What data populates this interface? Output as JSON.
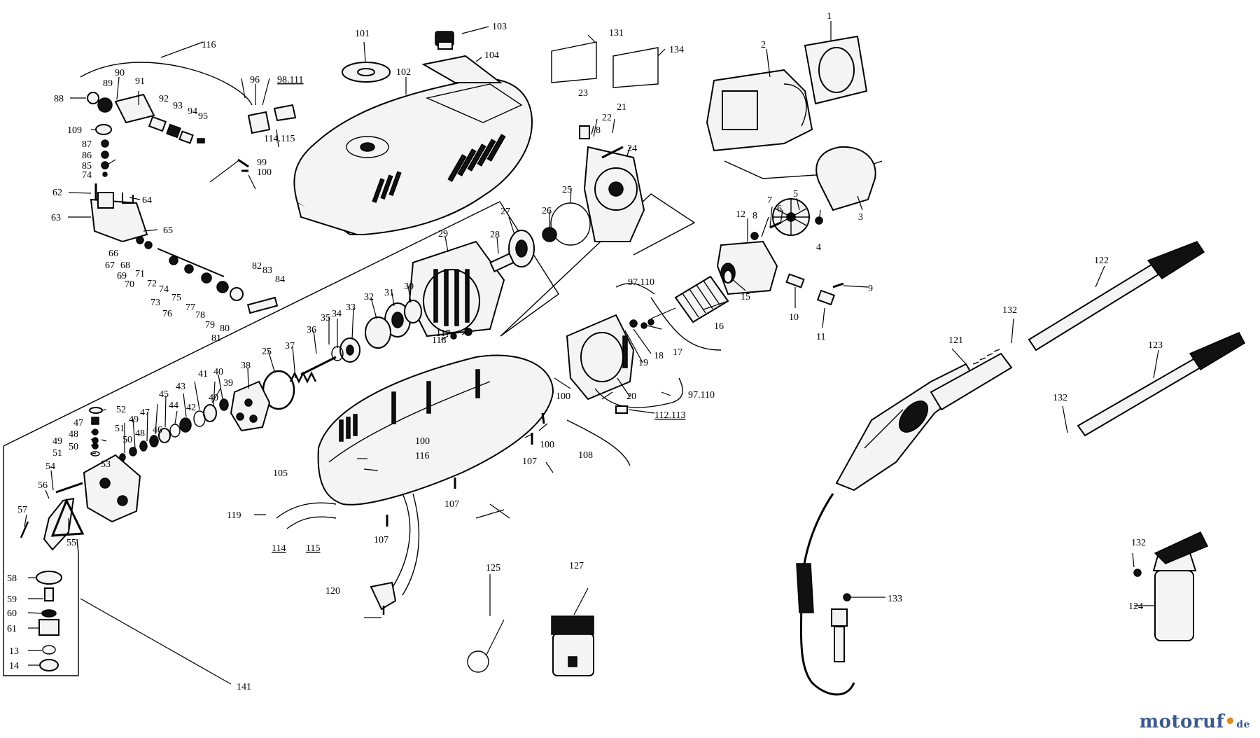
{
  "watermark": {
    "name": "motoruf",
    "dot": "•",
    "tld": "de"
  },
  "labels": [
    {
      "id": "l1",
      "text": "1"
    },
    {
      "id": "l2",
      "text": "2"
    },
    {
      "id": "l3",
      "text": "3"
    },
    {
      "id": "l4",
      "text": "4"
    },
    {
      "id": "l5",
      "text": "5"
    },
    {
      "id": "l6",
      "text": "6"
    },
    {
      "id": "l7",
      "text": "7"
    },
    {
      "id": "l8a",
      "text": "8"
    },
    {
      "id": "l8b",
      "text": "8"
    },
    {
      "id": "l9",
      "text": "9"
    },
    {
      "id": "l10",
      "text": "10"
    },
    {
      "id": "l11",
      "text": "11"
    },
    {
      "id": "l12",
      "text": "12"
    },
    {
      "id": "l13",
      "text": "13"
    },
    {
      "id": "l14",
      "text": "14"
    },
    {
      "id": "l15",
      "text": "15"
    },
    {
      "id": "l16",
      "text": "16"
    },
    {
      "id": "l17",
      "text": "17"
    },
    {
      "id": "l18",
      "text": "18"
    },
    {
      "id": "l19",
      "text": "19"
    },
    {
      "id": "l20",
      "text": "20"
    },
    {
      "id": "l21",
      "text": "21"
    },
    {
      "id": "l22",
      "text": "22"
    },
    {
      "id": "l23",
      "text": "23"
    },
    {
      "id": "l24",
      "text": "24"
    },
    {
      "id": "l25a",
      "text": "25"
    },
    {
      "id": "l25b",
      "text": "25"
    },
    {
      "id": "l26",
      "text": "26"
    },
    {
      "id": "l27",
      "text": "27"
    },
    {
      "id": "l28",
      "text": "28"
    },
    {
      "id": "l29",
      "text": "29"
    },
    {
      "id": "l30",
      "text": "30"
    },
    {
      "id": "l31",
      "text": "31"
    },
    {
      "id": "l32",
      "text": "32"
    },
    {
      "id": "l33",
      "text": "33"
    },
    {
      "id": "l34",
      "text": "34"
    },
    {
      "id": "l35",
      "text": "35"
    },
    {
      "id": "l36",
      "text": "36"
    },
    {
      "id": "l37",
      "text": "37"
    },
    {
      "id": "l38",
      "text": "38"
    },
    {
      "id": "l39",
      "text": "39"
    },
    {
      "id": "l40a",
      "text": "40"
    },
    {
      "id": "l40b",
      "text": "40"
    },
    {
      "id": "l41",
      "text": "41"
    },
    {
      "id": "l42",
      "text": "42"
    },
    {
      "id": "l43",
      "text": "43"
    },
    {
      "id": "l44",
      "text": "44"
    },
    {
      "id": "l45",
      "text": "45"
    },
    {
      "id": "l46",
      "text": "46"
    },
    {
      "id": "l47a",
      "text": "47"
    },
    {
      "id": "l47b",
      "text": "47"
    },
    {
      "id": "l48a",
      "text": "48"
    },
    {
      "id": "l48b",
      "text": "48"
    },
    {
      "id": "l49a",
      "text": "49"
    },
    {
      "id": "l49b",
      "text": "49"
    },
    {
      "id": "l50a",
      "text": "50"
    },
    {
      "id": "l50b",
      "text": "50"
    },
    {
      "id": "l51a",
      "text": "51"
    },
    {
      "id": "l51b",
      "text": "51"
    },
    {
      "id": "l52",
      "text": "52"
    },
    {
      "id": "l53",
      "text": "53"
    },
    {
      "id": "l54",
      "text": "54"
    },
    {
      "id": "l55",
      "text": "55"
    },
    {
      "id": "l56",
      "text": "56"
    },
    {
      "id": "l57",
      "text": "57"
    },
    {
      "id": "l58",
      "text": "58"
    },
    {
      "id": "l59",
      "text": "59"
    },
    {
      "id": "l60",
      "text": "60"
    },
    {
      "id": "l61",
      "text": "61"
    },
    {
      "id": "l62",
      "text": "62"
    },
    {
      "id": "l63",
      "text": "63"
    },
    {
      "id": "l64",
      "text": "64"
    },
    {
      "id": "l65",
      "text": "65"
    },
    {
      "id": "l66",
      "text": "66"
    },
    {
      "id": "l67",
      "text": "67"
    },
    {
      "id": "l68",
      "text": "68"
    },
    {
      "id": "l69",
      "text": "69"
    },
    {
      "id": "l70",
      "text": "70"
    },
    {
      "id": "l71",
      "text": "71"
    },
    {
      "id": "l72",
      "text": "72"
    },
    {
      "id": "l73",
      "text": "73"
    },
    {
      "id": "l74a",
      "text": "74"
    },
    {
      "id": "l74b",
      "text": "74"
    },
    {
      "id": "l75",
      "text": "75"
    },
    {
      "id": "l76",
      "text": "76"
    },
    {
      "id": "l77",
      "text": "77"
    },
    {
      "id": "l78",
      "text": "78"
    },
    {
      "id": "l79",
      "text": "79"
    },
    {
      "id": "l80",
      "text": "80"
    },
    {
      "id": "l81",
      "text": "81"
    },
    {
      "id": "l82",
      "text": "82"
    },
    {
      "id": "l83",
      "text": "83"
    },
    {
      "id": "l84",
      "text": "84"
    },
    {
      "id": "l85",
      "text": "85"
    },
    {
      "id": "l86",
      "text": "86"
    },
    {
      "id": "l87",
      "text": "87"
    },
    {
      "id": "l88",
      "text": "88"
    },
    {
      "id": "l89",
      "text": "89"
    },
    {
      "id": "l90",
      "text": "90"
    },
    {
      "id": "l91",
      "text": "91"
    },
    {
      "id": "l92",
      "text": "92"
    },
    {
      "id": "l93",
      "text": "93"
    },
    {
      "id": "l94",
      "text": "94"
    },
    {
      "id": "l95",
      "text": "95"
    },
    {
      "id": "l96",
      "text": "96"
    },
    {
      "id": "l98111",
      "text": "98.111"
    },
    {
      "id": "l99",
      "text": "99"
    },
    {
      "id": "l100a",
      "text": "100"
    },
    {
      "id": "l100b",
      "text": "100"
    },
    {
      "id": "l100c",
      "text": "100"
    },
    {
      "id": "l100d",
      "text": "100"
    },
    {
      "id": "l101",
      "text": "101"
    },
    {
      "id": "l102",
      "text": "102"
    },
    {
      "id": "l103",
      "text": "103"
    },
    {
      "id": "l104",
      "text": "104"
    },
    {
      "id": "l105",
      "text": "105"
    },
    {
      "id": "l107a",
      "text": "107"
    },
    {
      "id": "l107b",
      "text": "107"
    },
    {
      "id": "l107c",
      "text": "107"
    },
    {
      "id": "l108",
      "text": "108"
    },
    {
      "id": "l109",
      "text": "109"
    },
    {
      "id": "l97110a",
      "text": "97.110"
    },
    {
      "id": "l97110b",
      "text": "97.110"
    },
    {
      "id": "l112113",
      "text": "112.113"
    },
    {
      "id": "l114115a",
      "text": "114.115"
    },
    {
      "id": "l114b",
      "text": "114"
    },
    {
      "id": "l115b",
      "text": "115"
    },
    {
      "id": "l116a",
      "text": "116"
    },
    {
      "id": "l116b",
      "text": "116"
    },
    {
      "id": "l117",
      "text": "117"
    },
    {
      "id": "l118",
      "text": "118"
    },
    {
      "id": "l119",
      "text": "119"
    },
    {
      "id": "l120",
      "text": "120"
    },
    {
      "id": "l121",
      "text": "121"
    },
    {
      "id": "l122",
      "text": "122"
    },
    {
      "id": "l123",
      "text": "123"
    },
    {
      "id": "l124",
      "text": "124"
    },
    {
      "id": "l125",
      "text": "125"
    },
    {
      "id": "l127",
      "text": "127"
    },
    {
      "id": "l131",
      "text": "131"
    },
    {
      "id": "l132a",
      "text": "132"
    },
    {
      "id": "l132b",
      "text": "132"
    },
    {
      "id": "l132c",
      "text": "132"
    },
    {
      "id": "l133",
      "text": "133"
    },
    {
      "id": "l134",
      "text": "134"
    },
    {
      "id": "l141",
      "text": "141"
    }
  ]
}
